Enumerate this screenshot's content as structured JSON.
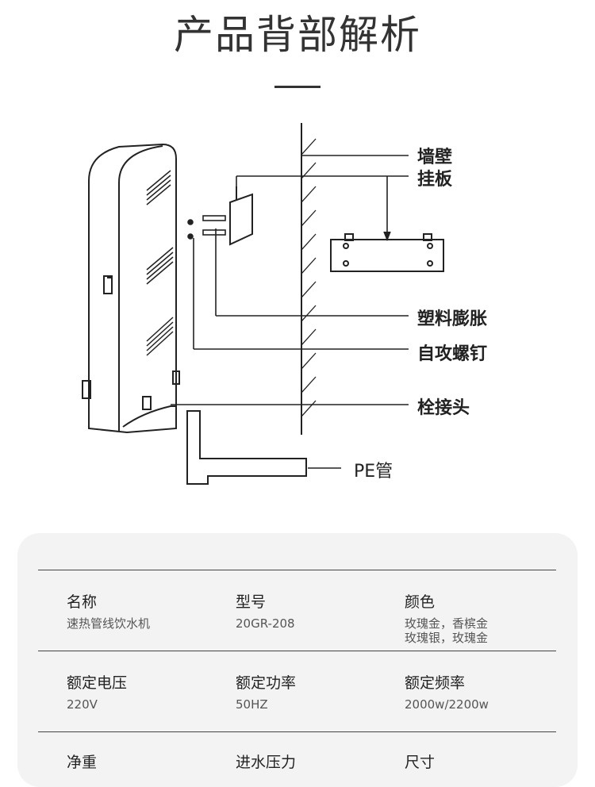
{
  "header": {
    "title": "产品背部解析"
  },
  "callouts": {
    "wall": "墙壁",
    "hanging_plate": "挂板",
    "expansion_plug": "塑料膨胀",
    "self_tapping_screw": "自攻螺钉",
    "bolt_connector": "栓接头",
    "pe_pipe": "PE管"
  },
  "specs": {
    "row1": {
      "name_label": "名称",
      "name_value": "速热管线饮水机",
      "model_label": "型号",
      "model_value": "20GR-208",
      "color_label": "颜色",
      "color_value_1": "玫瑰金，香槟金",
      "color_value_2": "玫瑰银，玫瑰金"
    },
    "row2": {
      "voltage_label": "额定电压",
      "voltage_value": "220V",
      "power_label": "额定功率",
      "power_value": "50HZ",
      "frequency_label": "额定频率",
      "frequency_value": "2000w/2200w"
    },
    "row3": {
      "weight_label": "净重",
      "pressure_label": "进水压力",
      "size_label": "尺寸"
    }
  }
}
